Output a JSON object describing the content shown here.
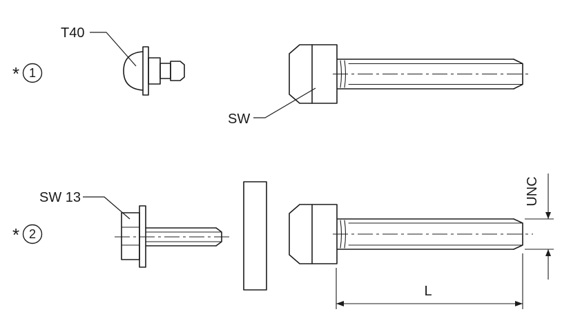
{
  "colors": {
    "line": "#1c1c1c",
    "background": "#ffffff",
    "text": "#1a1a1a"
  },
  "callouts": {
    "item1": {
      "prefix": "*",
      "number": "1"
    },
    "item2": {
      "prefix": "*",
      "number": "2"
    }
  },
  "labels": {
    "torx_drive": "T40",
    "wrench_size": "SW",
    "wrench_size_13": "SW 13",
    "thread_type": "UNC",
    "length": "L"
  }
}
